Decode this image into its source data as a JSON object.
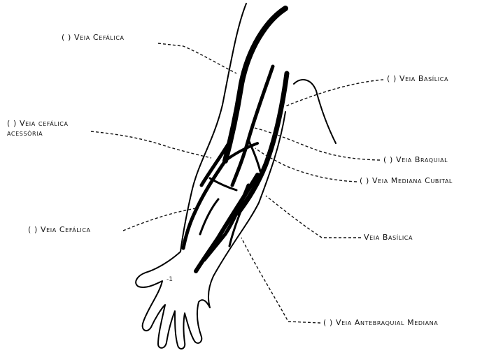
{
  "labels": {
    "cefalica_top": "( ) Veia Cefálica",
    "basilica_top": "( ) Veia Basílica",
    "cefalica_acessoria_line1": "( ) Veia cefálica",
    "cefalica_acessoria_line2": "acessória",
    "braquial": "( ) Veia Braquial",
    "mediana_cubital": "( ) Veia Mediana Cubital",
    "cefalica_bottom": "( ) Veia Cefálica",
    "basilica_bottom": "Veia Basílica",
    "antebraquial_mediana": "( ) Veia Antebraquial Mediana"
  },
  "colors": {
    "ink": "#000000",
    "background": "#ffffff"
  }
}
